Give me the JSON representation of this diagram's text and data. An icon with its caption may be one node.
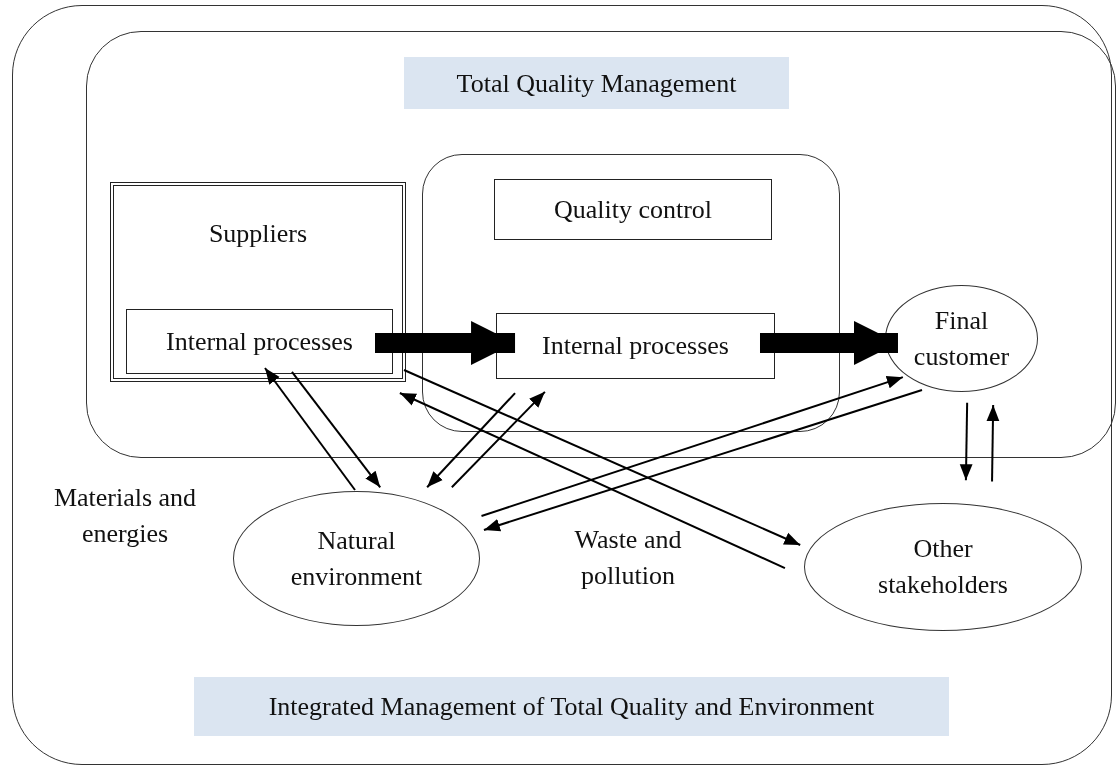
{
  "diagram": {
    "nodes": [
      {
        "text": [
          "Integrated Management of Total Quality and Environment"
        ]
      },
      {
        "text": [
          "Total Quality Management"
        ],
        "in": 0
      },
      {
        "text": [
          "Suppliers"
        ],
        "in": 1
      },
      {
        "text": [
          "Internal processes"
        ],
        "in": 2
      },
      {
        "text": [],
        "shape": "box",
        "in": 1
      },
      {
        "text": [
          "Quality control"
        ],
        "in": 4
      },
      {
        "text": [
          "Internal processes"
        ],
        "in": 4
      },
      {
        "text": [
          "Final customer"
        ],
        "in": 1
      },
      {
        "text": [
          "Natural environment"
        ],
        "in": 0
      },
      {
        "text": [
          "Other stakeholders"
        ],
        "in": 0
      }
    ],
    "edges": [
      {
        "from": 3,
        "to": 6,
        "arrow": "to",
        "style": "thick"
      },
      {
        "from": 6,
        "to": 7,
        "arrow": "to",
        "style": "thick"
      },
      {
        "from": 8,
        "to": 3,
        "arrow": "to"
      },
      {
        "from": 3,
        "to": 8,
        "arrow": "to"
      },
      {
        "from": 6,
        "to": 8,
        "arrow": "to"
      },
      {
        "from": 8,
        "to": 6,
        "arrow": "to"
      },
      {
        "from": 2,
        "to": 9,
        "arrow": "to"
      },
      {
        "from": 9,
        "to": 2,
        "arrow": "to"
      },
      {
        "from": 8,
        "to": 7,
        "arrow": "to"
      },
      {
        "from": 7,
        "to": 8,
        "arrow": "to"
      },
      {
        "from": 7,
        "to": 9,
        "arrow": "to"
      },
      {
        "from": 9,
        "to": 7,
        "arrow": "to"
      }
    ],
    "labels": [
      "Materials and energies",
      "Waste and pollution"
    ]
  }
}
